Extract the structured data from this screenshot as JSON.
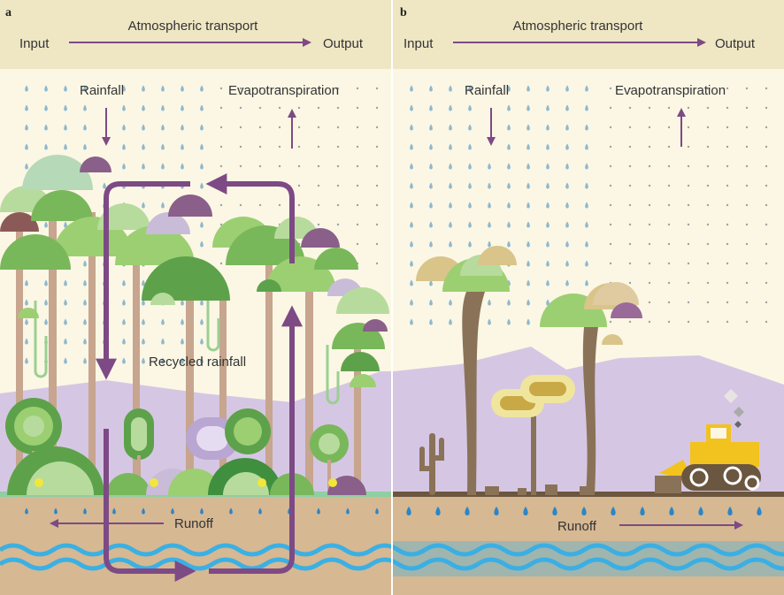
{
  "panel_a": {
    "letter": "a",
    "atmospheric_transport": "Atmospheric transport",
    "input": "Input",
    "output": "Output",
    "rainfall": "Rainfall",
    "evapotranspiration": "Evapotranspiration",
    "recycled_rainfall": "Recycled rainfall",
    "runoff": "Runoff"
  },
  "panel_b": {
    "letter": "b",
    "atmospheric_transport": "Atmospheric transport",
    "input": "Input",
    "output": "Output",
    "rainfall": "Rainfall",
    "evapotranspiration": "Evapotranspiration",
    "runoff": "Runoff"
  },
  "colors": {
    "sky_band": "#efe6c4",
    "sky": "#fbf7e4",
    "hills": "#d5c7e3",
    "soil": "#d6b893",
    "water": "#3bb0e3",
    "arrow": "#7d4a85",
    "rain_drop": "#8fb8cf",
    "bulldozer": "#f2c21f"
  }
}
